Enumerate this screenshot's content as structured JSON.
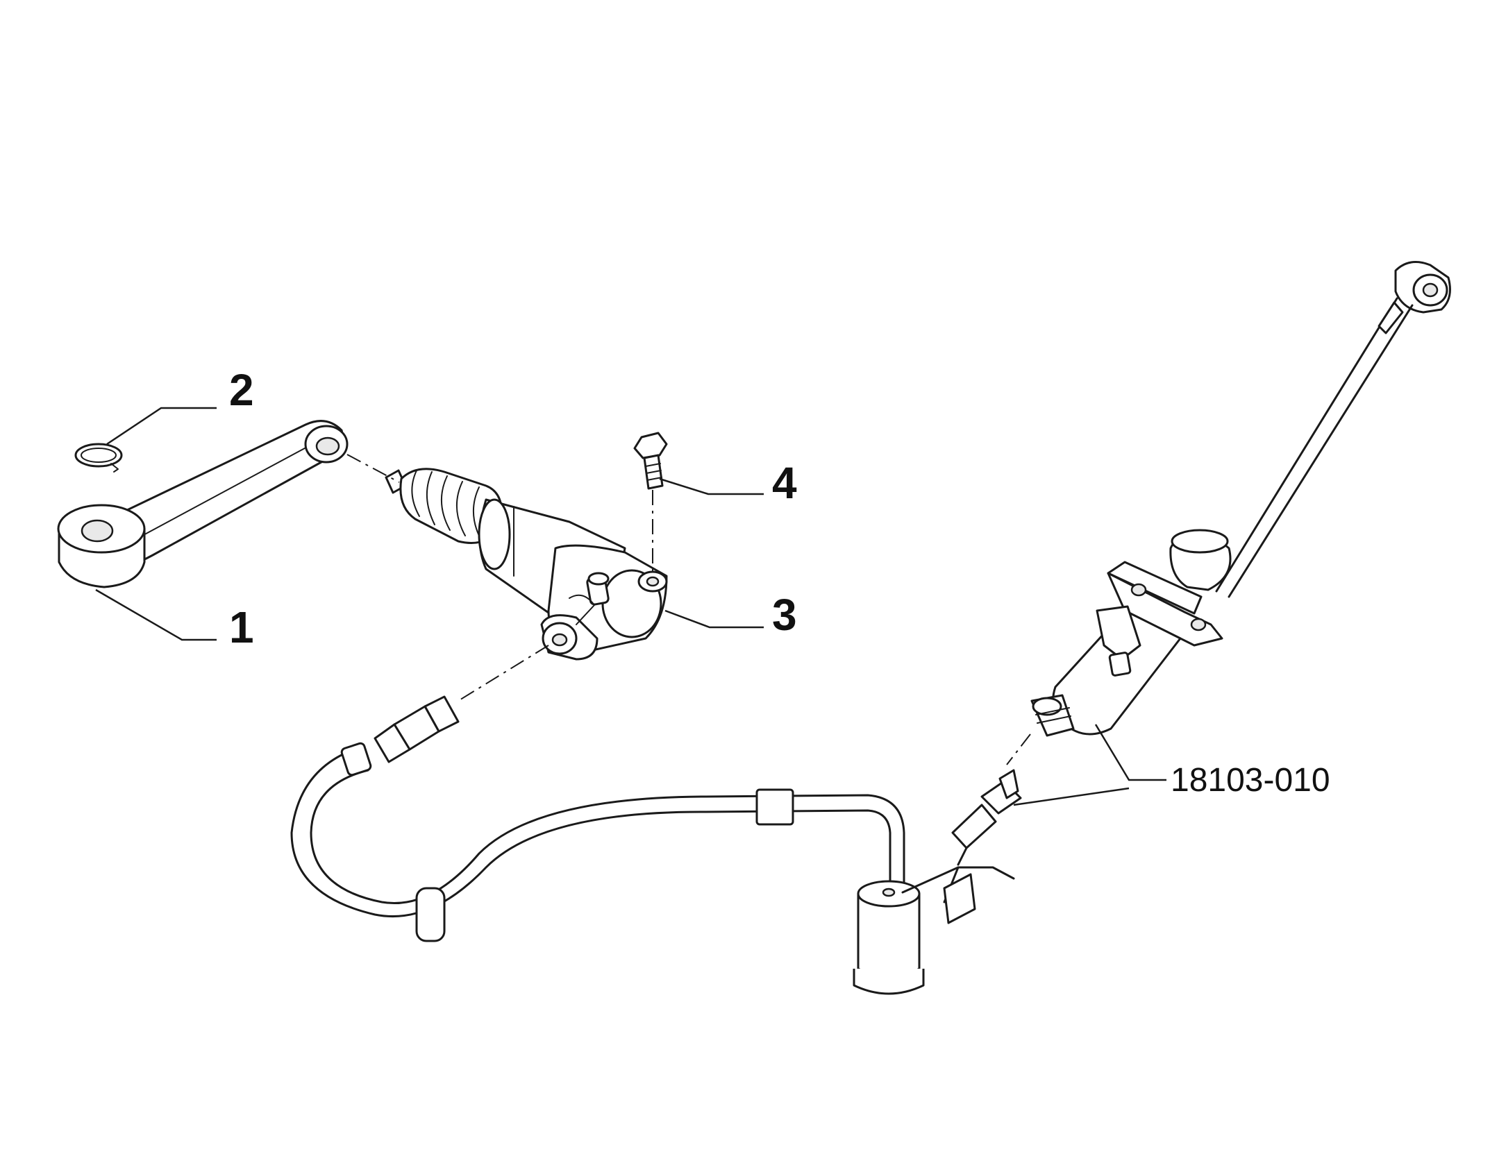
{
  "diagram": {
    "callouts": [
      {
        "id": "c1",
        "label": "1"
      },
      {
        "id": "c2",
        "label": "2"
      },
      {
        "id": "c3",
        "label": "3"
      },
      {
        "id": "c4",
        "label": "4"
      },
      {
        "id": "c5",
        "label": "18103-010"
      }
    ],
    "parts": [
      "release-fork-lever",
      "retaining-circlip",
      "clutch-slave-cylinder",
      "mounting-bolt",
      "hydraulic-hose",
      "clutch-master-cylinder"
    ]
  }
}
